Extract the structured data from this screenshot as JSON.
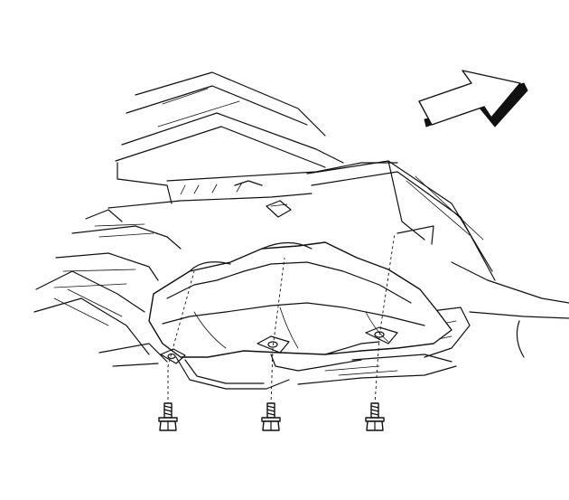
{
  "figure": {
    "kind": "line-art service illustration",
    "colors": {
      "ink": "#111111",
      "paper": "#ffffff"
    }
  },
  "icons": {
    "direction_arrow": "front-direction-arrow-icon",
    "fastener": "bolt-icon"
  },
  "callouts": {
    "bolts": [
      {
        "name": "bolt-left"
      },
      {
        "name": "bolt-center"
      },
      {
        "name": "bolt-right"
      }
    ]
  }
}
